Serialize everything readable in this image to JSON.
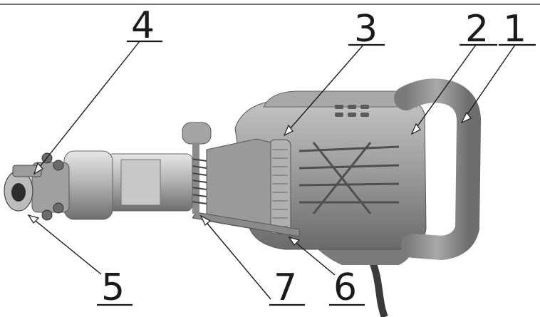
{
  "figure": {
    "subject": "demolition-hammer-photo",
    "callouts": [
      {
        "number": "1"
      },
      {
        "number": "2"
      },
      {
        "number": "3"
      },
      {
        "number": "4"
      },
      {
        "number": "5"
      },
      {
        "number": "6"
      },
      {
        "number": "7"
      }
    ]
  },
  "colors": {
    "ink": "#1a1a1a",
    "tool_body": "#8e8e8e",
    "tool_metal": "#bdbdbd",
    "background": "#ffffff"
  }
}
